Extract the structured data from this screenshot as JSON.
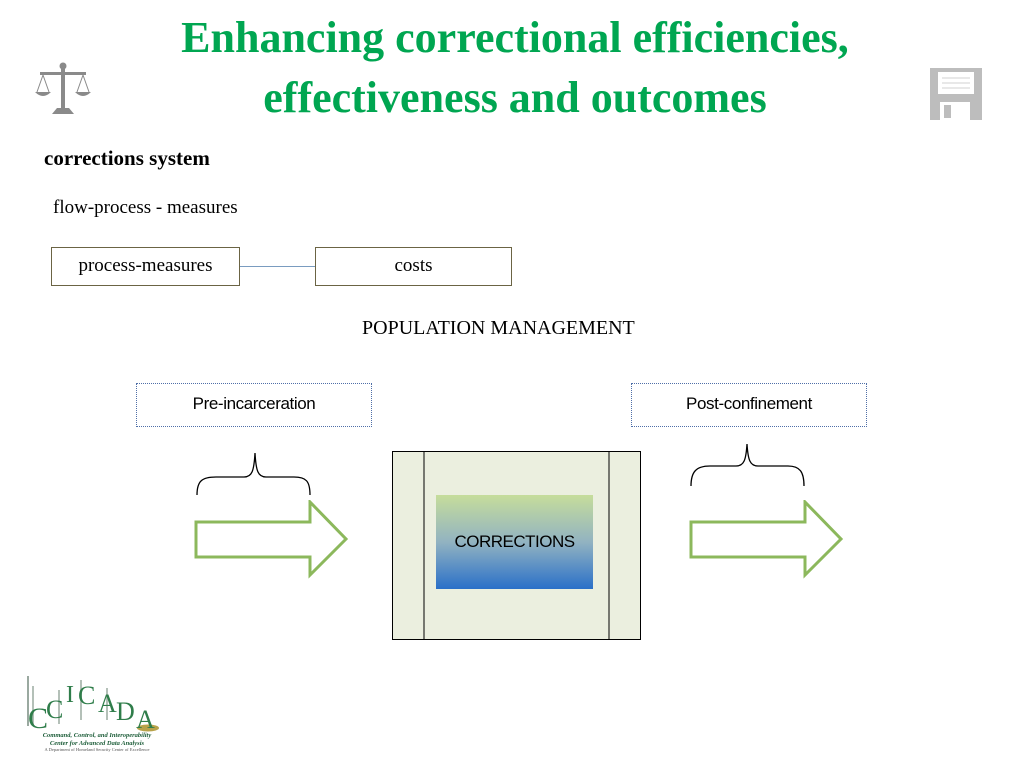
{
  "slide": {
    "title_line1": "Enhancing correctional efficiencies,",
    "title_line2": "effectiveness and outcomes",
    "subtitle": "corrections system",
    "flow_label": "flow-process - measures",
    "boxes": {
      "process_measures": "process-measures",
      "costs": "costs"
    },
    "population_management": "POPULATION MANAGEMENT",
    "stages": {
      "pre": "Pre-incarceration",
      "post": "Post-confinement"
    },
    "center": "CORRECTIONS"
  },
  "logo": {
    "wordmark": "CCICADA",
    "tagline1": "Command, Control, and Interoperability",
    "tagline2": "Center for Advanced Data Analysis",
    "tagline3": "A Department of Homeland Security Center of Excellence"
  },
  "icons": {
    "top_left": "scales-of-justice-icon",
    "top_right": "floppy-disk-icon"
  },
  "colors": {
    "title": "#00a651",
    "arrow_stroke": "#8cb85c",
    "box_border": "#6b6444",
    "frame_fill": "#ebefdf",
    "stage_border": "#4f6fa8",
    "logo_green": "#1e5e3a"
  }
}
